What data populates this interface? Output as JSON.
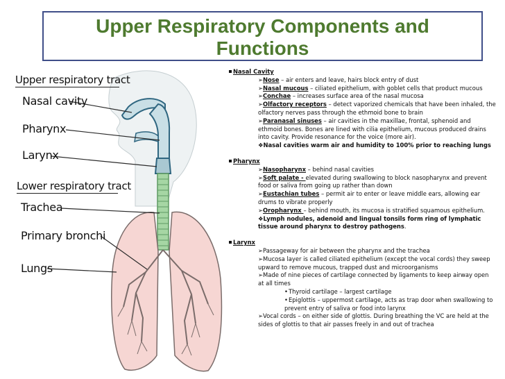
{
  "title": {
    "line1": "Upper Respiratory Components and",
    "line2": "Functions"
  },
  "figure": {
    "upper_heading": "Upper respiratory tract",
    "upper_items": [
      "Nasal cavity",
      "Pharynx",
      "Larynx"
    ],
    "lower_heading": "Lower respiratory tract",
    "lower_items": [
      "Trachea",
      "Primary bronchi",
      "Lungs"
    ],
    "colors": {
      "airway": "#2f6680",
      "airway_fill": "#c9dfe6",
      "trachea": "#5f9a63",
      "trachea_fill": "#a6d6a4",
      "lung_fill": "#f6d6d3",
      "lung_stroke": "#7a6c6a",
      "head_fill": "#eef2f3"
    }
  },
  "sections": [
    {
      "heading": "Nasal Cavity",
      "items": [
        {
          "type": "arrow",
          "term": "Nose",
          "text": " – air enters and leave, hairs block entry of dust"
        },
        {
          "type": "arrow",
          "term": "Nasal mucous",
          "text": " – ciliated epithelium, with goblet cells that product mucous"
        },
        {
          "type": "arrow",
          "term": "Conchae",
          "text": " – increases surface area of the nasal mucosa"
        },
        {
          "type": "arrow",
          "term": "Olfactory receptors",
          "text": " – detect vaporized chemicals that have been inhaled, the olfactory nerves pass through the ethmoid bone to brain"
        },
        {
          "type": "arrow",
          "term": "Paranasal sinuses",
          "text": " – air cavities in the maxillae, frontal, sphenoid and ethmoid bones.  Bones are lined with cilia epithelium, mucous produced drains into cavity. Provide resonance for the voice (more air)."
        },
        {
          "type": "diamond",
          "term": "",
          "text": "Nasal cavities warm air and humidity to 100% prior to reaching lungs"
        }
      ]
    },
    {
      "heading": "Pharynx",
      "items": [
        {
          "type": "arrow",
          "term": "Nasopharynx",
          "text": " – behind nasal cavities"
        },
        {
          "type": "arrow",
          "term": "Soft palate - ",
          "text": " elevated during swallowing to block nasopharynx and prevent food or saliva from going up rather than down"
        },
        {
          "type": "arrow",
          "term": "Eustachian tubes",
          "text": " – permit air to enter or leave middle ears, allowing ear drums to vibrate properly"
        },
        {
          "type": "arrow",
          "term": "Oropharynx ",
          "text": " – behind mouth, its mucosa is stratified squamous epithelium."
        },
        {
          "type": "diamond",
          "term": "",
          "text": "Lymph nodules, adenoid and lingual tonsils form ring of lymphatic tissue around pharynx to destroy pathogens",
          "tail": "."
        }
      ]
    },
    {
      "heading": "Larynx",
      "items": [
        {
          "type": "arrow",
          "term": "",
          "text": "Passageway for air between the pharynx and the trachea"
        },
        {
          "type": "arrow",
          "term": "",
          "text": "Mucosa layer is called ciliated epithelium (except the vocal cords)  they sweep upward to remove mucous, trapped dust and microorganisms"
        },
        {
          "type": "arrow",
          "term": "",
          "text": "Made of nine pieces of cartilage connected by ligaments to keep airway open at all times"
        },
        {
          "type": "dot",
          "term": "",
          "text": "Thyroid cartilage – largest cartilage"
        },
        {
          "type": "dot",
          "term": "",
          "text": "Epiglottis – uppermost cartilage, acts as trap door when swallowing to prevent entry of saliva or food into larynx"
        },
        {
          "type": "arrow",
          "term": "",
          "text": "Vocal cords – on either side of glottis.  During breathing the VC are held at the sides of glottis to that air passes freely in and out of trachea"
        }
      ]
    }
  ]
}
